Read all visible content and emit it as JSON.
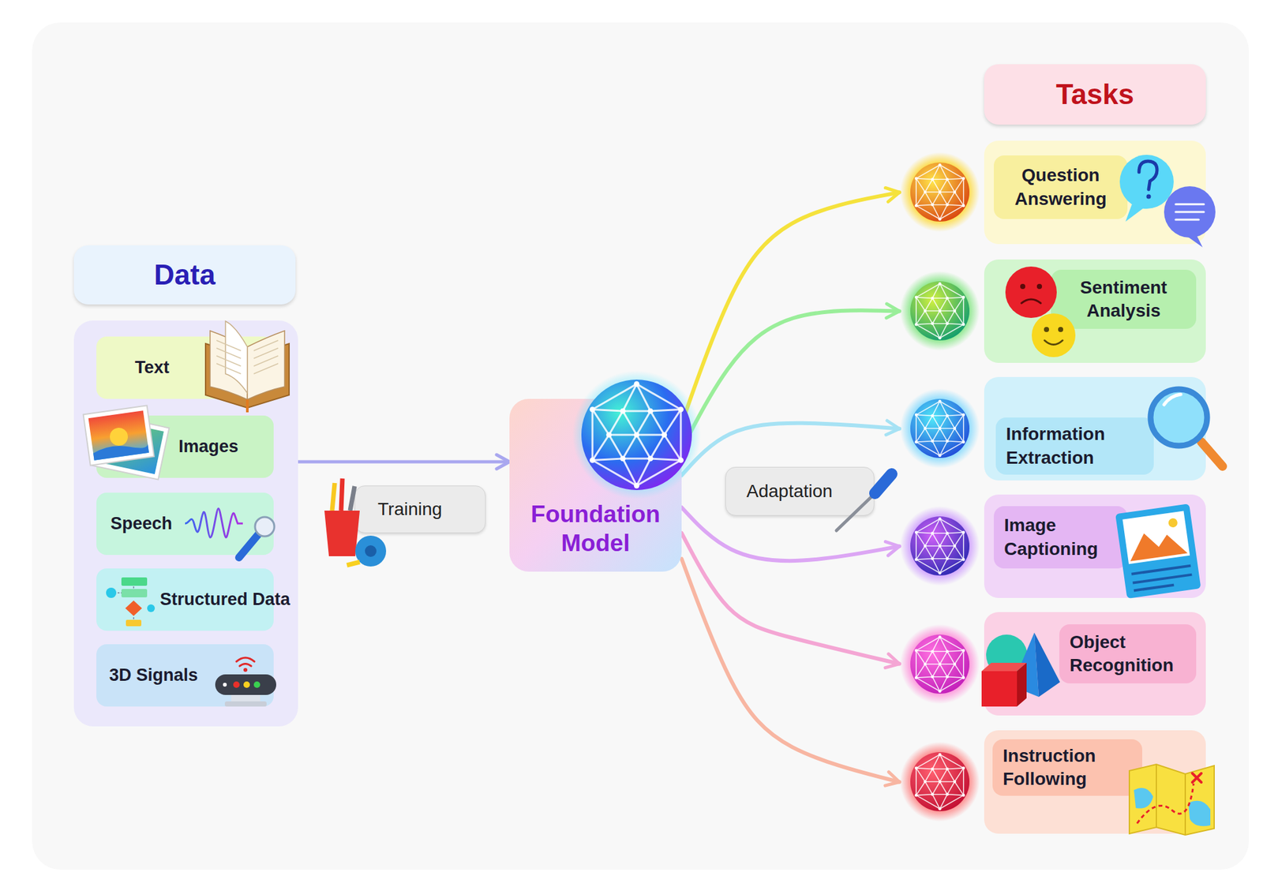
{
  "diagram": {
    "nodes": [
      {
        "text": [
          "Data"
        ]
      },
      {
        "text": [
          "Text"
        ],
        "in": 0
      },
      {
        "text": [
          "Images"
        ],
        "in": 0
      },
      {
        "text": [
          "Speech"
        ],
        "in": 0
      },
      {
        "text": [
          "Structured Data"
        ],
        "in": 0
      },
      {
        "text": [
          "3D Signals"
        ],
        "in": 0
      },
      {
        "text": [
          "Foundation Model"
        ]
      },
      {
        "text": [
          "Tasks"
        ]
      },
      {
        "text": [
          "Question Answering"
        ]
      },
      {
        "text": [
          "Sentiment Analysis"
        ]
      },
      {
        "text": [
          "Information Extraction"
        ]
      },
      {
        "text": [
          "Image Captioning"
        ]
      },
      {
        "text": [
          "Object Recognition"
        ]
      },
      {
        "text": [
          "Instruction Following"
        ]
      }
    ],
    "edges": [
      {
        "from": 0,
        "to": 6,
        "label": "Training",
        "arrow": "to"
      },
      {
        "from": 6,
        "to": 8,
        "arrow": "to"
      },
      {
        "from": 6,
        "to": 9,
        "arrow": "to"
      },
      {
        "from": 6,
        "to": 10,
        "arrow": "to"
      },
      {
        "from": 6,
        "to": 11,
        "arrow": "to"
      },
      {
        "from": 6,
        "to": 12,
        "arrow": "to"
      },
      {
        "from": 6,
        "to": 13,
        "arrow": "to"
      }
    ],
    "labels": [
      "Adaptation"
    ]
  }
}
